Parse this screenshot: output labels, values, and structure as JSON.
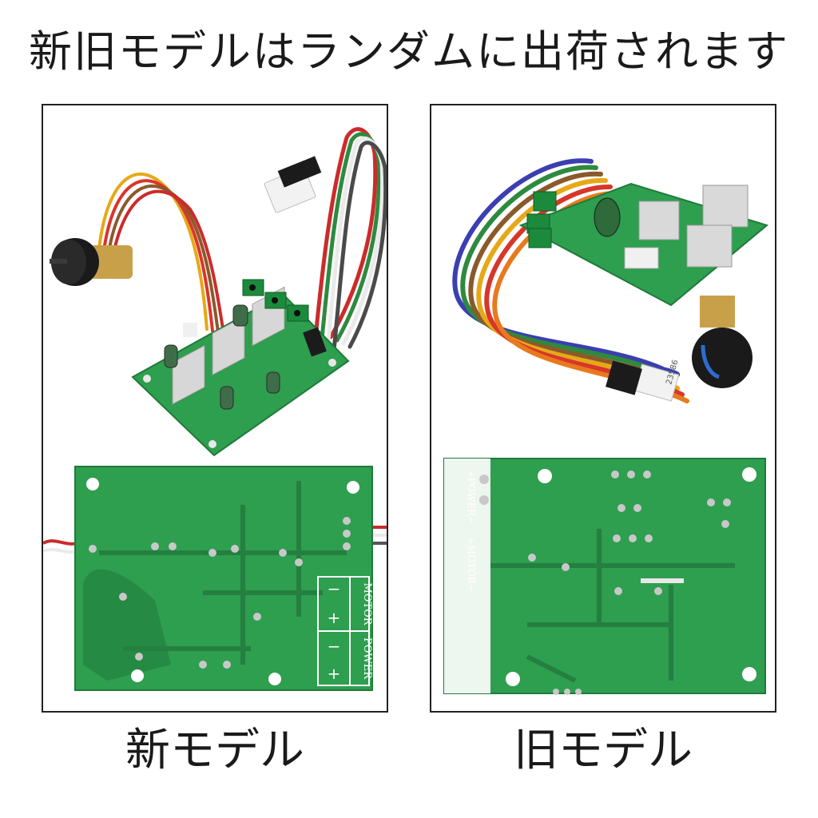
{
  "header": {
    "title": "新旧モデルはランダムに出荷されます"
  },
  "left_panel": {
    "caption": "新モデル",
    "silkscreen": {
      "power": "POWER",
      "motor": "MOTOR",
      "plus": "+",
      "minus": "−"
    }
  },
  "right_panel": {
    "caption": "旧モデル",
    "silkscreen": {
      "power": "+POWER−",
      "motor": "+MOTOR−",
      "connector_code": "23586"
    }
  },
  "colors": {
    "pcb_green": "#2e9e4f",
    "pcb_dark": "#1f7a3a",
    "terminal_green": "#1c8a3c",
    "heatsink": "#d9d9d9",
    "knob": "#1a1a1a"
  }
}
